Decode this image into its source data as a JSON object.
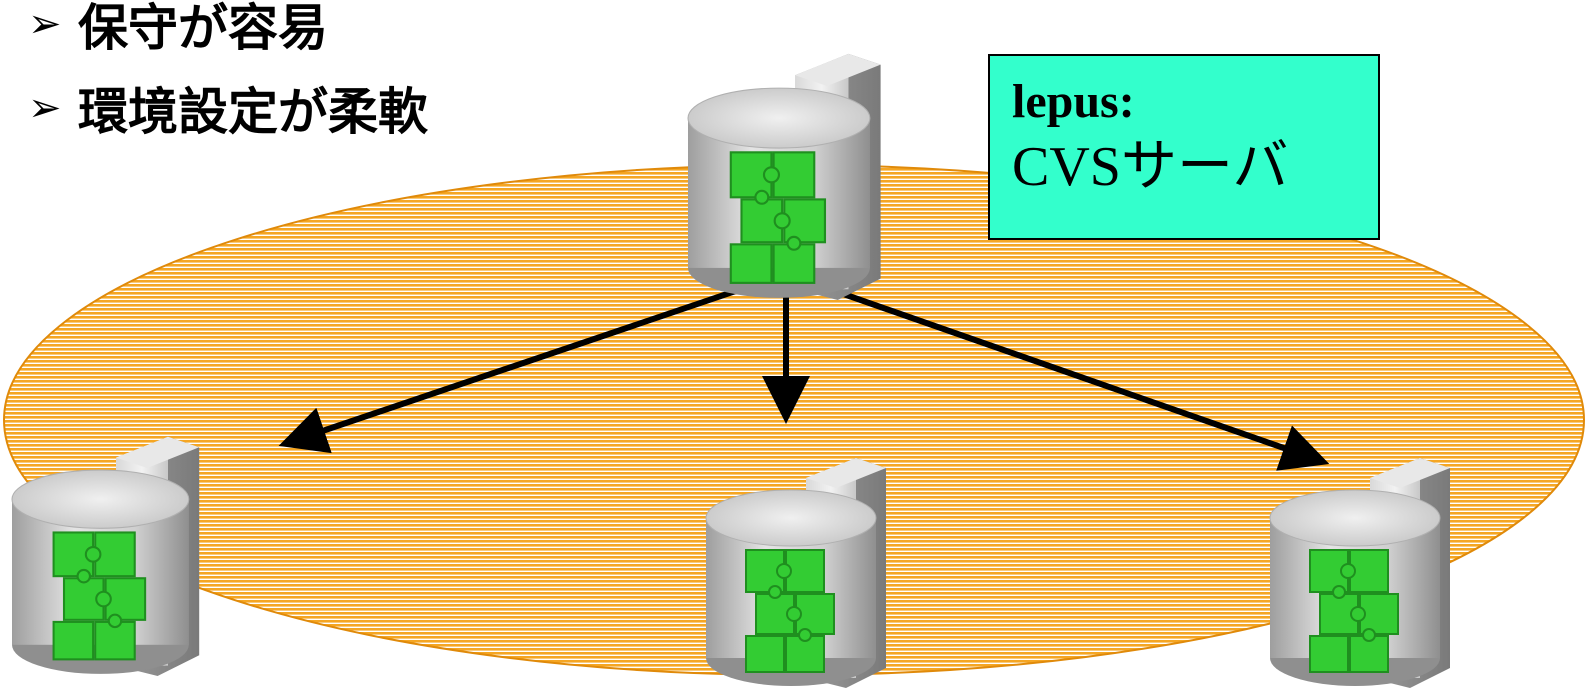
{
  "bullets": {
    "marker": "➢",
    "items": [
      {
        "text": "保守が容易"
      },
      {
        "text": "環境設定が柔軟"
      }
    ]
  },
  "callout": {
    "title": "lepus:",
    "subtitle": "CVSサーバ"
  },
  "colors": {
    "ellipse_fill": "#f5a623",
    "ellipse_stripe": "#ffffff",
    "callout_fill": "#33ffcc",
    "arrow": "#000000",
    "puzzle": "#33cc33",
    "server_grey": "#c4c4c4"
  },
  "nodes": [
    {
      "name": "central-server",
      "icon": "database-server-icon"
    },
    {
      "name": "client-left",
      "icon": "database-server-icon"
    },
    {
      "name": "client-center",
      "icon": "database-server-icon"
    },
    {
      "name": "client-right",
      "icon": "database-server-icon"
    }
  ],
  "edges": [
    {
      "from": "central-server",
      "to": "client-left"
    },
    {
      "from": "central-server",
      "to": "client-center"
    },
    {
      "from": "central-server",
      "to": "client-right"
    }
  ]
}
